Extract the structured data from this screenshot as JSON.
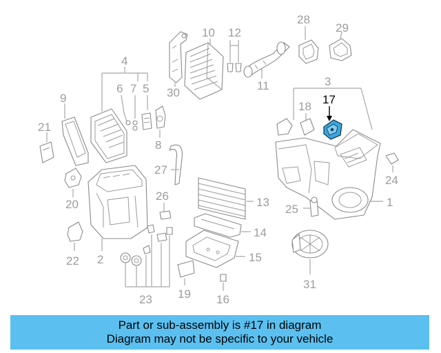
{
  "colors": {
    "banner_bg": "#5bc0f0",
    "highlight_part": "#3aa7e0",
    "label_gray": "#9c9c9c"
  },
  "highlighted_part": "17",
  "labels": {
    "p1": "1",
    "p2": "2",
    "p3": "3",
    "p4": "4",
    "p5": "5",
    "p6": "6",
    "p7": "7",
    "p8": "8",
    "p9": "9",
    "p10": "10",
    "p11": "11",
    "p12": "12",
    "p13": "13",
    "p14": "14",
    "p15": "15",
    "p16": "16",
    "p17": "17",
    "p18": "18",
    "p19": "19",
    "p20": "20",
    "p21": "21",
    "p22": "22",
    "p23": "23",
    "p24": "24",
    "p25": "25",
    "p26": "26",
    "p27": "27",
    "p28": "28",
    "p29": "29",
    "p30": "30",
    "p31": "31"
  },
  "banner": {
    "line1": "Part or sub-assembly is #17 in diagram",
    "line2": "Diagram may not be specific to your vehicle"
  }
}
